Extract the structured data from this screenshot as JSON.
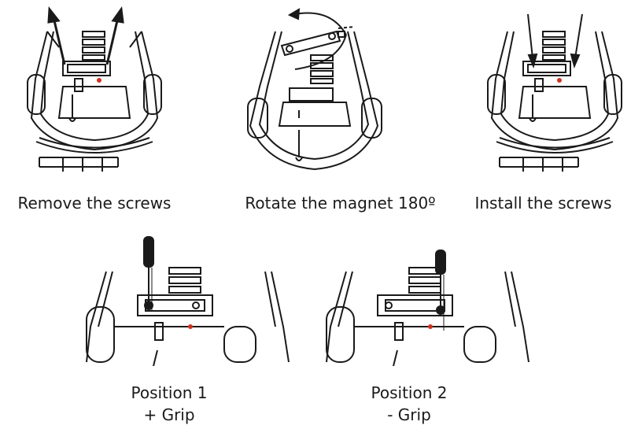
{
  "steps": [
    {
      "caption": "Remove the screws"
    },
    {
      "caption": "Rotate the magnet 180º"
    },
    {
      "caption": "Install the screws"
    }
  ],
  "positions": [
    {
      "line1": "Position 1",
      "line2": "+ Grip"
    },
    {
      "line1": "Position 2",
      "line2": "- Grip"
    }
  ],
  "colors": {
    "line": "#1a1a1a",
    "indicator": "#d0311e",
    "background": "#ffffff"
  }
}
